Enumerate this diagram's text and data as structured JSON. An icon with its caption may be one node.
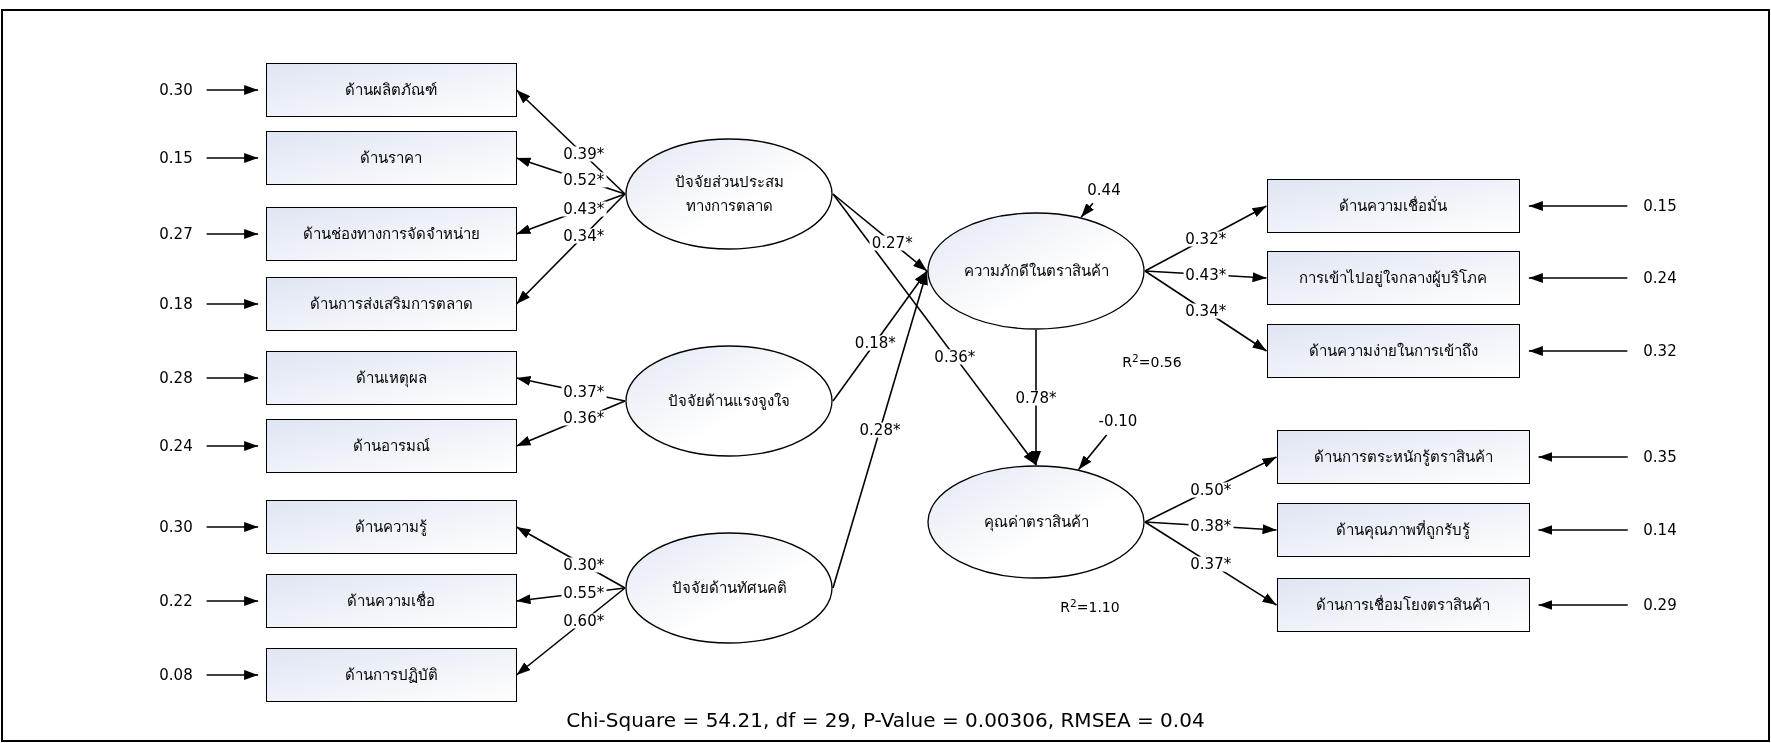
{
  "diagram": {
    "caption": "Chi-Square = 54.21, df = 29, P-Value = 0.00306, RMSEA = 0.04",
    "nodes": [
      {
        "text": [
          "ด้านผลิตภัณฑ์"
        ]
      },
      {
        "text": [
          "ด้านราคา"
        ]
      },
      {
        "text": [
          "ด้านช่องทางการจัดจำหน่าย"
        ]
      },
      {
        "text": [
          "ด้านการส่งเสริมการตลาด"
        ]
      },
      {
        "text": [
          "ด้านเหตุผล"
        ]
      },
      {
        "text": [
          "ด้านอารมณ์"
        ]
      },
      {
        "text": [
          "ด้านความรู้"
        ]
      },
      {
        "text": [
          "ด้านความเชื่อ"
        ]
      },
      {
        "text": [
          "ด้านการปฏิบัติ"
        ]
      },
      {
        "text": [
          "0.30"
        ]
      },
      {
        "text": [
          "0.15"
        ]
      },
      {
        "text": [
          "0.27"
        ]
      },
      {
        "text": [
          "0.18"
        ]
      },
      {
        "text": [
          "0.28"
        ]
      },
      {
        "text": [
          "0.24"
        ]
      },
      {
        "text": [
          "0.30"
        ]
      },
      {
        "text": [
          "0.22"
        ]
      },
      {
        "text": [
          "0.08"
        ]
      },
      {
        "text": [
          "ปัจจัยส่วนประสมทางการตลาด"
        ]
      },
      {
        "text": [
          "ปัจจัยด้านแรงจูงใจ"
        ]
      },
      {
        "text": [
          "ปัจจัยด้านทัศนคติ"
        ]
      },
      {
        "text": [
          "ความภักดีในตราสินค้า"
        ]
      },
      {
        "text": [
          "คุณค่าตราสินค้า"
        ]
      },
      {
        "text": [
          "ด้านความเชื่อมั่น"
        ]
      },
      {
        "text": [
          "การเข้าไปอยู่ใจกลางผู้บริโภค"
        ]
      },
      {
        "text": [
          "ด้านความง่ายในการเข้าถึง"
        ]
      },
      {
        "text": [
          "ด้านการตระหนักรู้ตราสินค้า"
        ]
      },
      {
        "text": [
          "ด้านคุณภาพที่ถูกรับรู้"
        ]
      },
      {
        "text": [
          "ด้านการเชื่อมโยงตราสินค้า"
        ]
      },
      {
        "text": [
          "0.15"
        ]
      },
      {
        "text": [
          "0.24"
        ]
      },
      {
        "text": [
          "0.32"
        ]
      },
      {
        "text": [
          "0.35"
        ]
      },
      {
        "text": [
          "0.14"
        ]
      },
      {
        "text": [
          "0.29"
        ]
      },
      {
        "text": [
          "0.44"
        ]
      },
      {
        "text": [
          "-0.10"
        ]
      }
    ],
    "edges": [
      {
        "from": 18,
        "to": 0,
        "arrow": "to",
        "label": "0.39*"
      },
      {
        "from": 18,
        "to": 1,
        "arrow": "to",
        "label": "0.52*"
      },
      {
        "from": 18,
        "to": 2,
        "arrow": "to",
        "label": "0.43*"
      },
      {
        "from": 18,
        "to": 3,
        "arrow": "to",
        "label": "0.34*"
      },
      {
        "from": 19,
        "to": 4,
        "arrow": "to",
        "label": "0.37*"
      },
      {
        "from": 19,
        "to": 5,
        "arrow": "to",
        "label": "0.36*"
      },
      {
        "from": 20,
        "to": 6,
        "arrow": "to",
        "label": "0.30*"
      },
      {
        "from": 20,
        "to": 7,
        "arrow": "to",
        "label": "0.55*"
      },
      {
        "from": 20,
        "to": 8,
        "arrow": "to",
        "label": "0.60*"
      },
      {
        "from": 9,
        "to": 0,
        "arrow": "to"
      },
      {
        "from": 10,
        "to": 1,
        "arrow": "to"
      },
      {
        "from": 11,
        "to": 2,
        "arrow": "to"
      },
      {
        "from": 12,
        "to": 3,
        "arrow": "to"
      },
      {
        "from": 13,
        "to": 4,
        "arrow": "to"
      },
      {
        "from": 14,
        "to": 5,
        "arrow": "to"
      },
      {
        "from": 15,
        "to": 6,
        "arrow": "to"
      },
      {
        "from": 16,
        "to": 7,
        "arrow": "to"
      },
      {
        "from": 17,
        "to": 8,
        "arrow": "to"
      },
      {
        "from": 18,
        "to": 21,
        "arrow": "to",
        "label": "0.27*"
      },
      {
        "from": 18,
        "to": 22,
        "arrow": "to",
        "label": "0.36*"
      },
      {
        "from": 19,
        "to": 21,
        "arrow": "to",
        "label": "0.18*"
      },
      {
        "from": 20,
        "to": 21,
        "arrow": "to",
        "label": "0.28*"
      },
      {
        "from": 21,
        "to": 22,
        "arrow": "to",
        "label": "0.78*"
      },
      {
        "from": 21,
        "to": 23,
        "arrow": "to",
        "label": "0.32*"
      },
      {
        "from": 21,
        "to": 24,
        "arrow": "to",
        "label": "0.43*"
      },
      {
        "from": 21,
        "to": 25,
        "arrow": "to",
        "label": "0.34*"
      },
      {
        "from": 22,
        "to": 26,
        "arrow": "to",
        "label": "0.50*"
      },
      {
        "from": 22,
        "to": 27,
        "arrow": "to",
        "label": "0.38*"
      },
      {
        "from": 22,
        "to": 28,
        "arrow": "to",
        "label": "0.37*"
      },
      {
        "from": 29,
        "to": 23,
        "arrow": "to"
      },
      {
        "from": 30,
        "to": 24,
        "arrow": "to"
      },
      {
        "from": 31,
        "to": 25,
        "arrow": "to"
      },
      {
        "from": 32,
        "to": 26,
        "arrow": "to"
      },
      {
        "from": 33,
        "to": 27,
        "arrow": "to"
      },
      {
        "from": 34,
        "to": 28,
        "arrow": "to"
      },
      {
        "from": 35,
        "to": 21,
        "arrow": "to"
      },
      {
        "from": 36,
        "to": 22,
        "arrow": "to"
      }
    ],
    "labels": [
      "R$^{2}$=0.56",
      "R$^{2}$=1.10"
    ]
  }
}
